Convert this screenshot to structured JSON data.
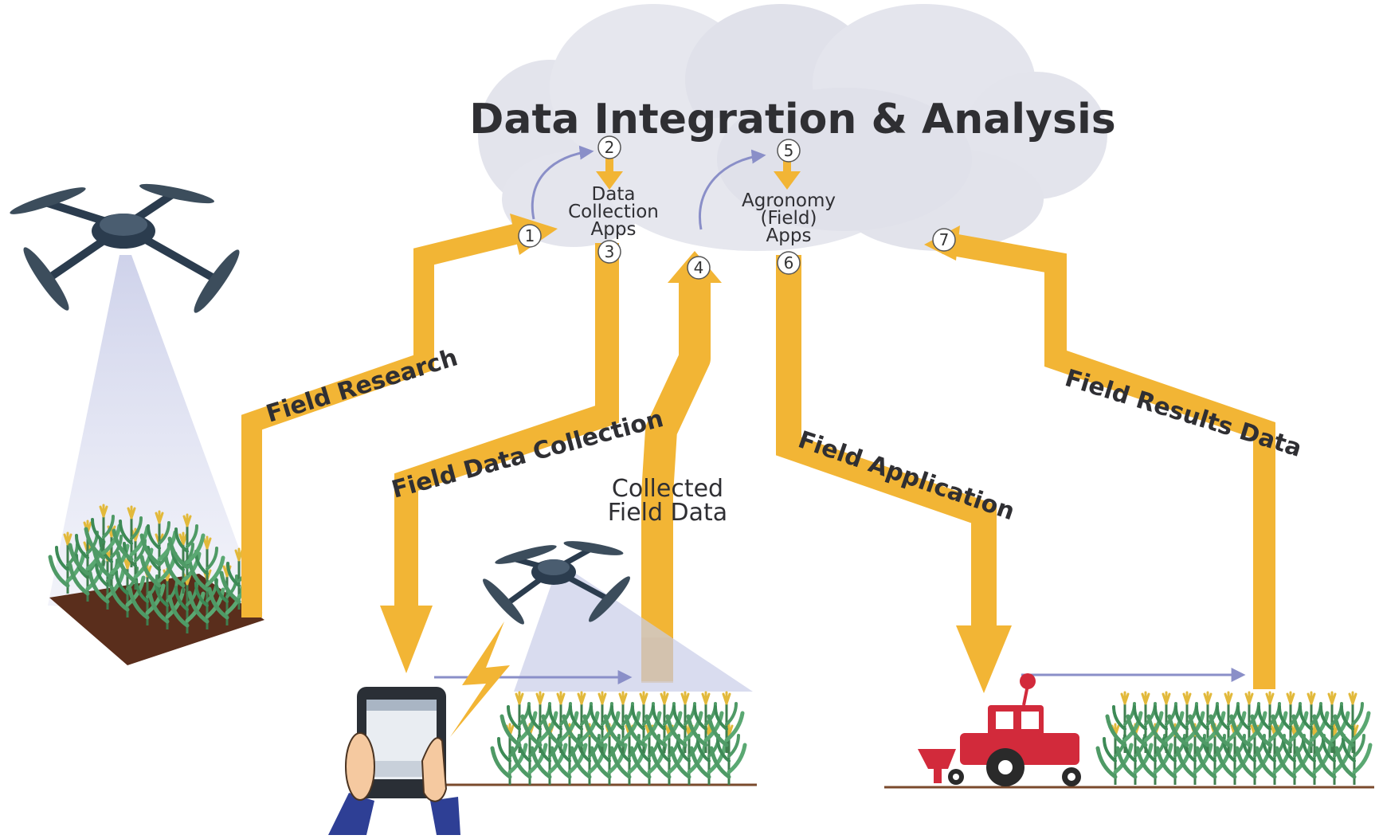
{
  "title": "Data Integration & Analysis",
  "apps": {
    "data_collection": [
      "Data",
      "Collection",
      "Apps"
    ],
    "agronomy": [
      "Agronomy",
      "(Field)",
      "Apps"
    ]
  },
  "flows": {
    "field_research": "Field Research",
    "field_data_collection": "Field Data Collection",
    "collected_field_data": [
      "Collected",
      "Field Data"
    ],
    "field_application": "Field Application",
    "field_results_data": "Field Results Data"
  },
  "steps": [
    "1",
    "2",
    "3",
    "4",
    "5",
    "6",
    "7"
  ],
  "colors": {
    "arrow": "#f2b535",
    "arrow_dark": "#e39e17",
    "cloud": "#e3e4ec",
    "drone": "#2b3c4e",
    "tractor": "#d22a3b",
    "connector": "#8a8fc8",
    "crop_leaf": "#4f9a66",
    "crop_tassel": "#e2b93b",
    "soil": "#5a2e1c"
  },
  "icons": [
    "drone-icon",
    "tablet-icon",
    "tractor-icon",
    "corn-crop-icon",
    "lightning-icon"
  ]
}
